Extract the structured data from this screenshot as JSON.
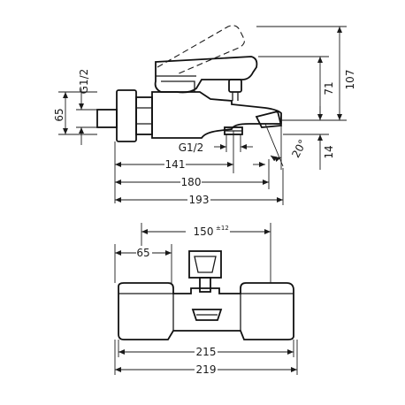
{
  "side_view": {
    "labels": {
      "thread_left": "G1/2",
      "height_65": "65",
      "thread_bottom": "G1/2",
      "angle": "20°",
      "height_71": "71",
      "height_107": "107",
      "height_14": "14",
      "length_141": "141",
      "length_180": "180",
      "length_193": "193"
    }
  },
  "top_view": {
    "labels": {
      "spacing_150": "150",
      "spacing_tolerance": "±12",
      "width_65": "65",
      "width_215": "215",
      "width_219": "219"
    }
  }
}
